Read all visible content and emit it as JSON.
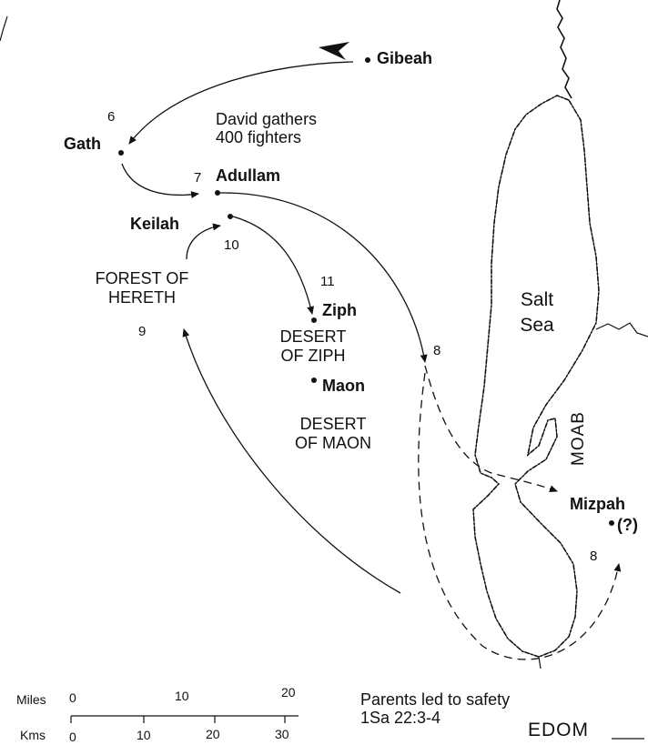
{
  "places": {
    "gibeah": "Gibeah",
    "gath": "Gath",
    "adullam": "Adullam",
    "keilah": "Keilah",
    "ziph": "Ziph",
    "maon": "Maon",
    "mizpah": "Mizpah",
    "mizpah_query": "(?)"
  },
  "regions": {
    "forest_line1": "FOREST OF",
    "forest_line2": "HERETH",
    "desert_ziph_line1": "DESERT",
    "desert_ziph_line2": "OF ZIPH",
    "desert_maon_line1": "DESERT",
    "desert_maon_line2": "OF MAON",
    "salt_sea_line1": "Salt",
    "salt_sea_line2": "Sea",
    "moab": "MOAB",
    "edom": "EDOM"
  },
  "notes": {
    "david_line1": "David gathers",
    "david_line2": "400 fighters",
    "parents_line1": "Parents led to safety",
    "parents_line2": "1Sa 22:3-4"
  },
  "route_numbers": {
    "n6": "6",
    "n7": "7",
    "n8_east": "8",
    "n8_mizpah": "8",
    "n9": "9",
    "n10": "10",
    "n11": "11"
  },
  "scale": {
    "miles_label": "Miles",
    "miles_ticks": [
      "0",
      "10",
      "20"
    ],
    "kms_label": "Kms",
    "kms_ticks": [
      "0",
      "10",
      "20",
      "30"
    ]
  },
  "colors": {
    "ink": "#111111",
    "background": "#ffffff"
  }
}
